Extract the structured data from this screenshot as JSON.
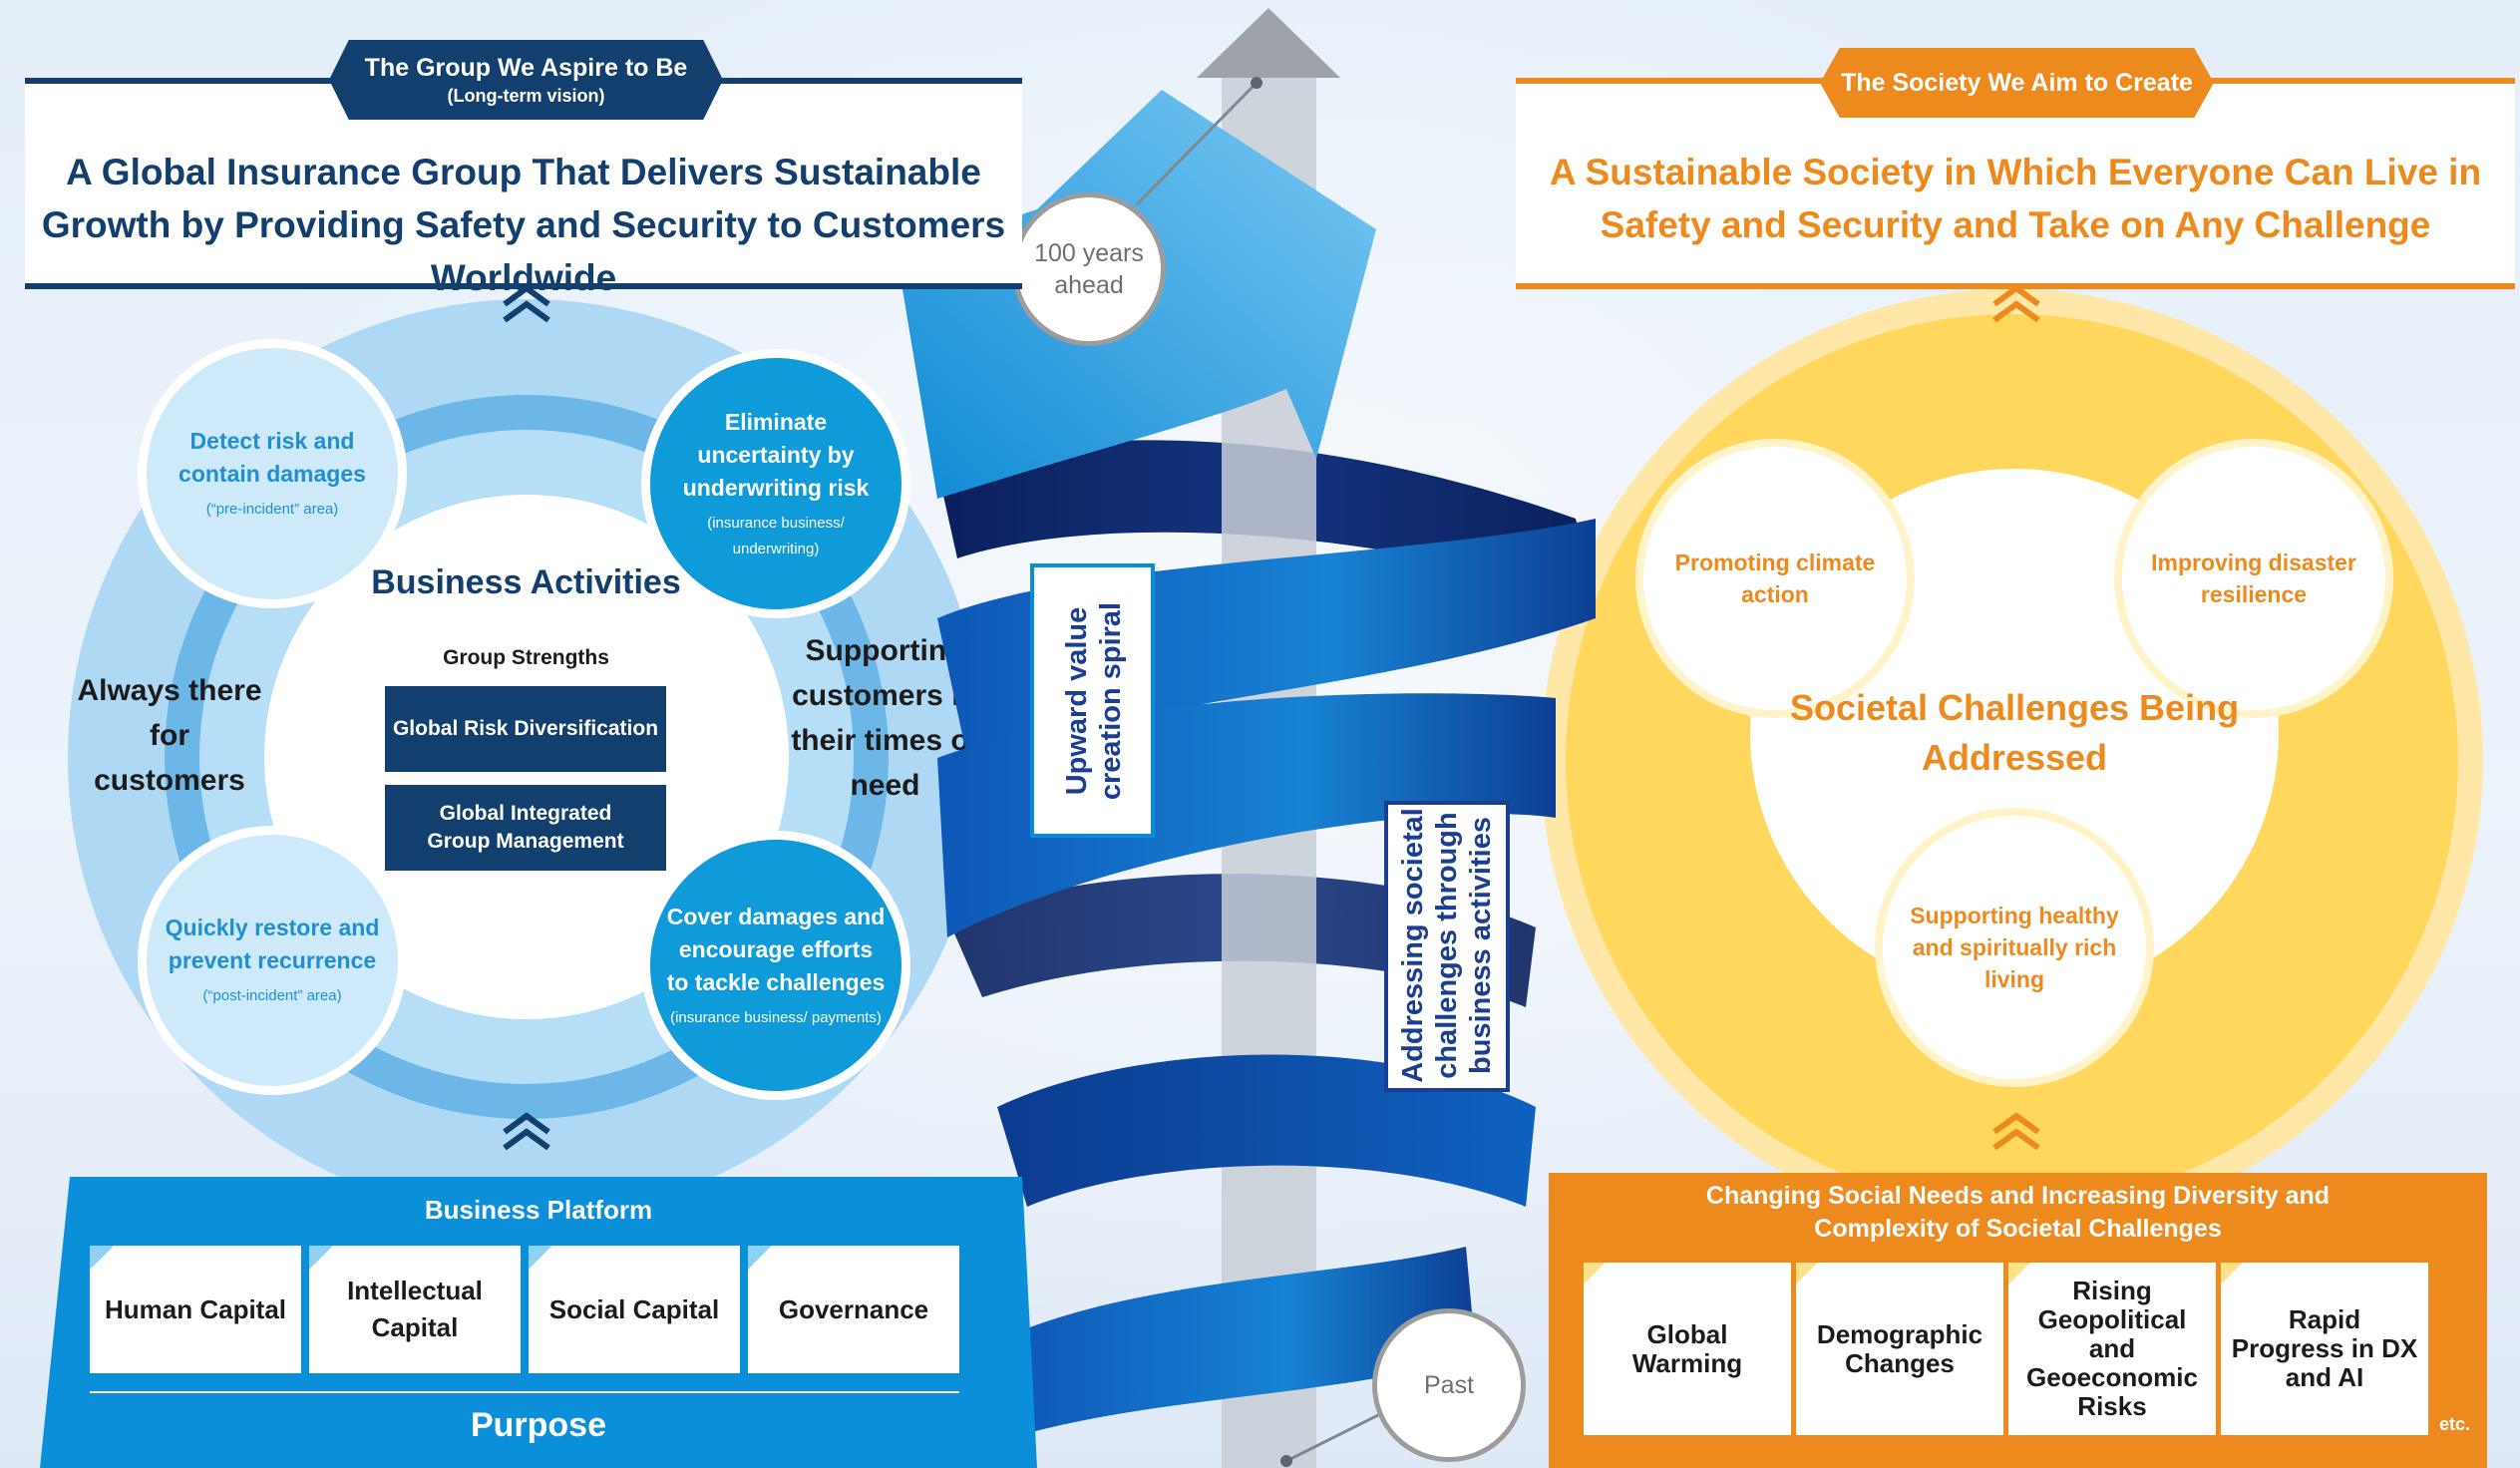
{
  "vision": {
    "tag_title": "The Group We Aspire to Be",
    "tag_subtitle": "(Long-term vision)",
    "headline": "A Global Insurance Group That Delivers Sustainable Growth by Providing Safety and Security to Customers Worldwide",
    "color": "#123f6e"
  },
  "society": {
    "tag_title": "The Society We Aim to Create",
    "headline": "A Sustainable Society in Which Everyone Can Live in Safety and Security and Take on Any Challenge",
    "color": "#ed8a1d"
  },
  "business": {
    "title": "Business Activities",
    "strengths_title": "Group Strengths",
    "strengths": [
      "Global Risk Diversification",
      "Global Integrated Group Management"
    ],
    "left_caption": "Always there for customers",
    "right_caption": "Supporting customers in their times of need",
    "nodes": [
      {
        "title": "Detect risk and contain damages",
        "sub": "(“pre-incident” area)"
      },
      {
        "title": "Eliminate uncertainty by underwriting risk",
        "sub": "(insurance business/ underwriting)"
      },
      {
        "title": "Quickly restore and prevent recurrence",
        "sub": "(“post-incident” area)"
      },
      {
        "title": "Cover damages and encourage efforts to tackle challenges",
        "sub": "(insurance business/ payments)"
      }
    ]
  },
  "spiral": {
    "top_label": "100 years ahead",
    "bottom_label": "Past",
    "upward_label": "Upward value creation spiral",
    "addressing_label": "Addressing societal challenges through business activities"
  },
  "societal": {
    "title": "Societal Challenges Being Addressed",
    "nodes": [
      "Promoting climate action",
      "Improving disaster resilience",
      "Supporting healthy and spiritually rich living"
    ]
  },
  "platform": {
    "title": "Business Platform",
    "items": [
      "Human Capital",
      "Intellectual Capital",
      "Social Capital",
      "Governance"
    ],
    "purpose": "Purpose"
  },
  "needs": {
    "title": "Changing Social Needs and Increasing Diversity and Complexity of Societal Challenges",
    "items": [
      "Global Warming",
      "Demographic Changes",
      "Rising Geopolitical and Geoeconomic Risks",
      "Rapid Progress in DX and AI"
    ],
    "etc": "etc."
  }
}
